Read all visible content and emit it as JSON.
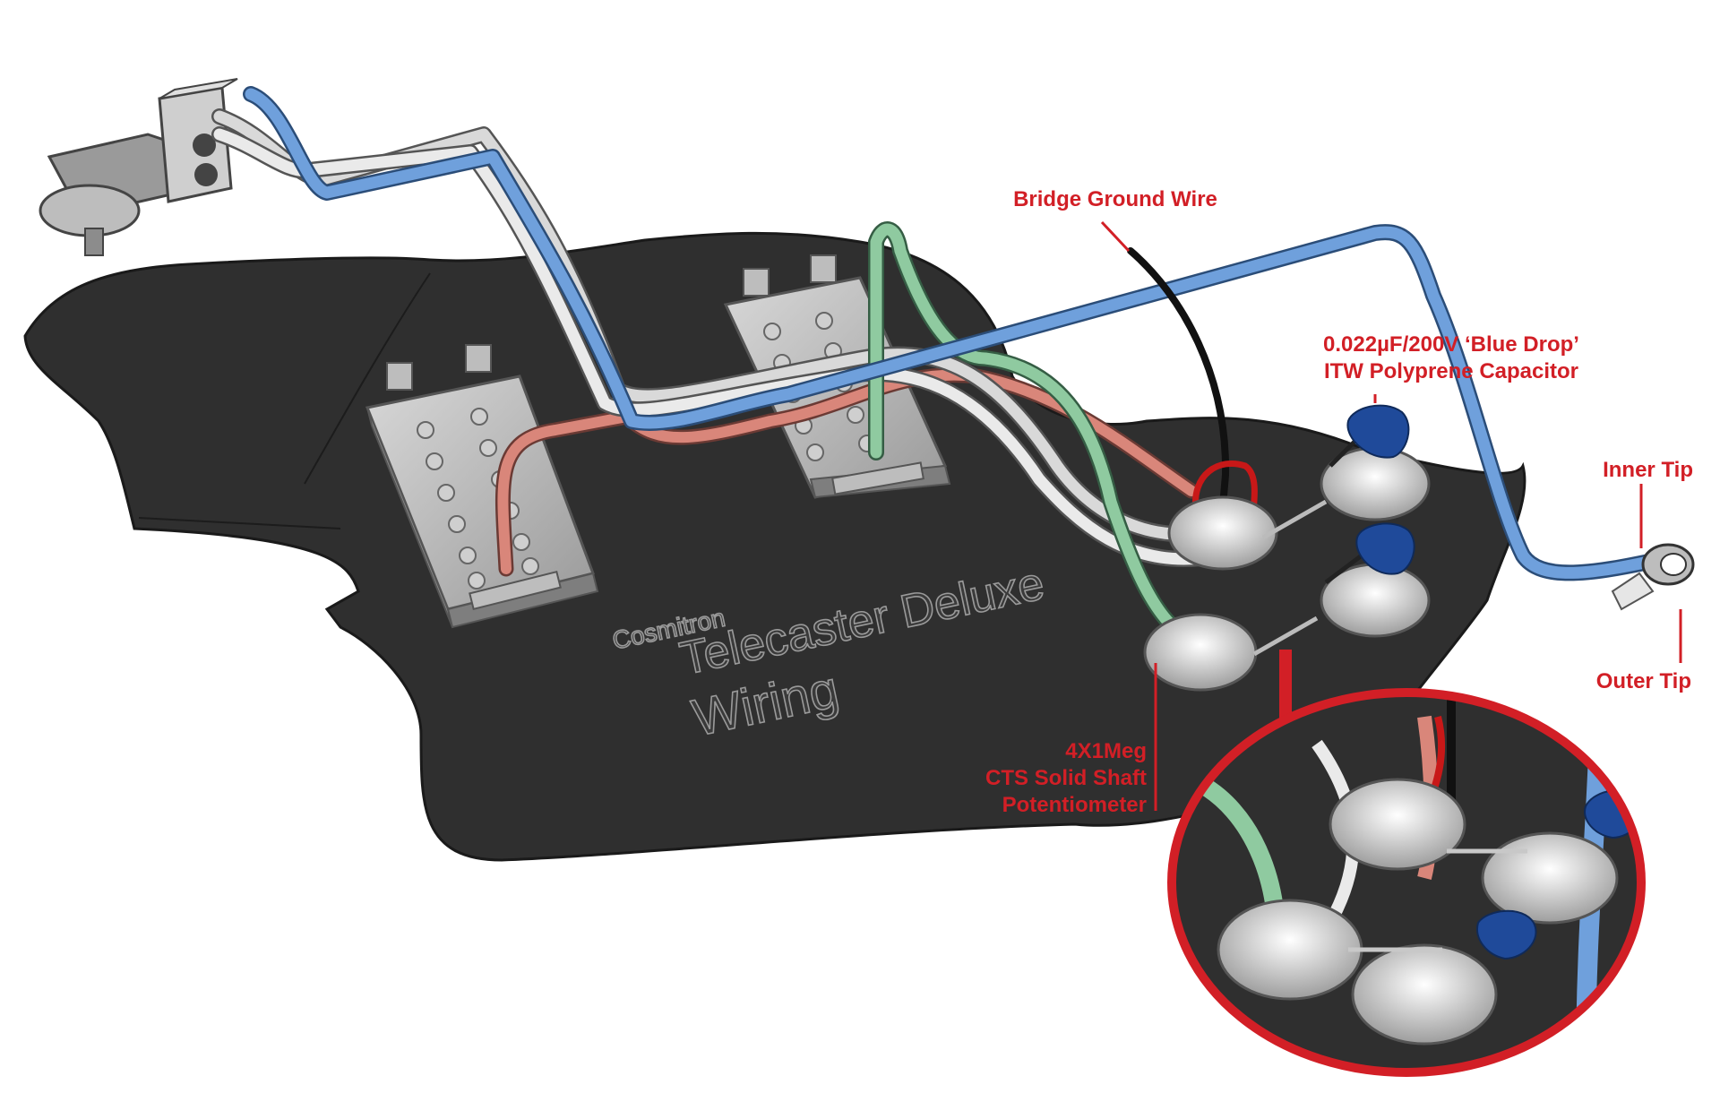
{
  "title": {
    "brand": "Cosmitron",
    "line1": "Telecaster Deluxe",
    "line2": "Wiring"
  },
  "labels": {
    "bridge_ground": "Bridge Ground Wire",
    "capacitor_line1": "0.022µF/200V ‘Blue Drop’",
    "capacitor_line2": "ITW Polyprene Capacitor",
    "inner_tip": "Inner Tip",
    "outer_tip": "Outer Tip",
    "pot_line1": "4X1Meg",
    "pot_line2": "CTS Solid Shaft",
    "pot_line3": "Potentiometer"
  },
  "colors": {
    "callout": "#d21f26",
    "pickguard": "#2f2f2f",
    "wire_blue": "#5a8fd0",
    "wire_white": "#d9d9d9",
    "wire_green": "#8fcaa0",
    "wire_salmon": "#d9867a",
    "wire_black": "#111111",
    "wire_red": "#c81818",
    "capacitor": "#1f4a9a"
  },
  "icons": {
    "switch": "three-way-toggle-switch-icon",
    "jack": "output-jack-icon",
    "pickup": "humbucker-pickup-icon",
    "pot": "potentiometer-icon",
    "cap": "capacitor-icon"
  }
}
